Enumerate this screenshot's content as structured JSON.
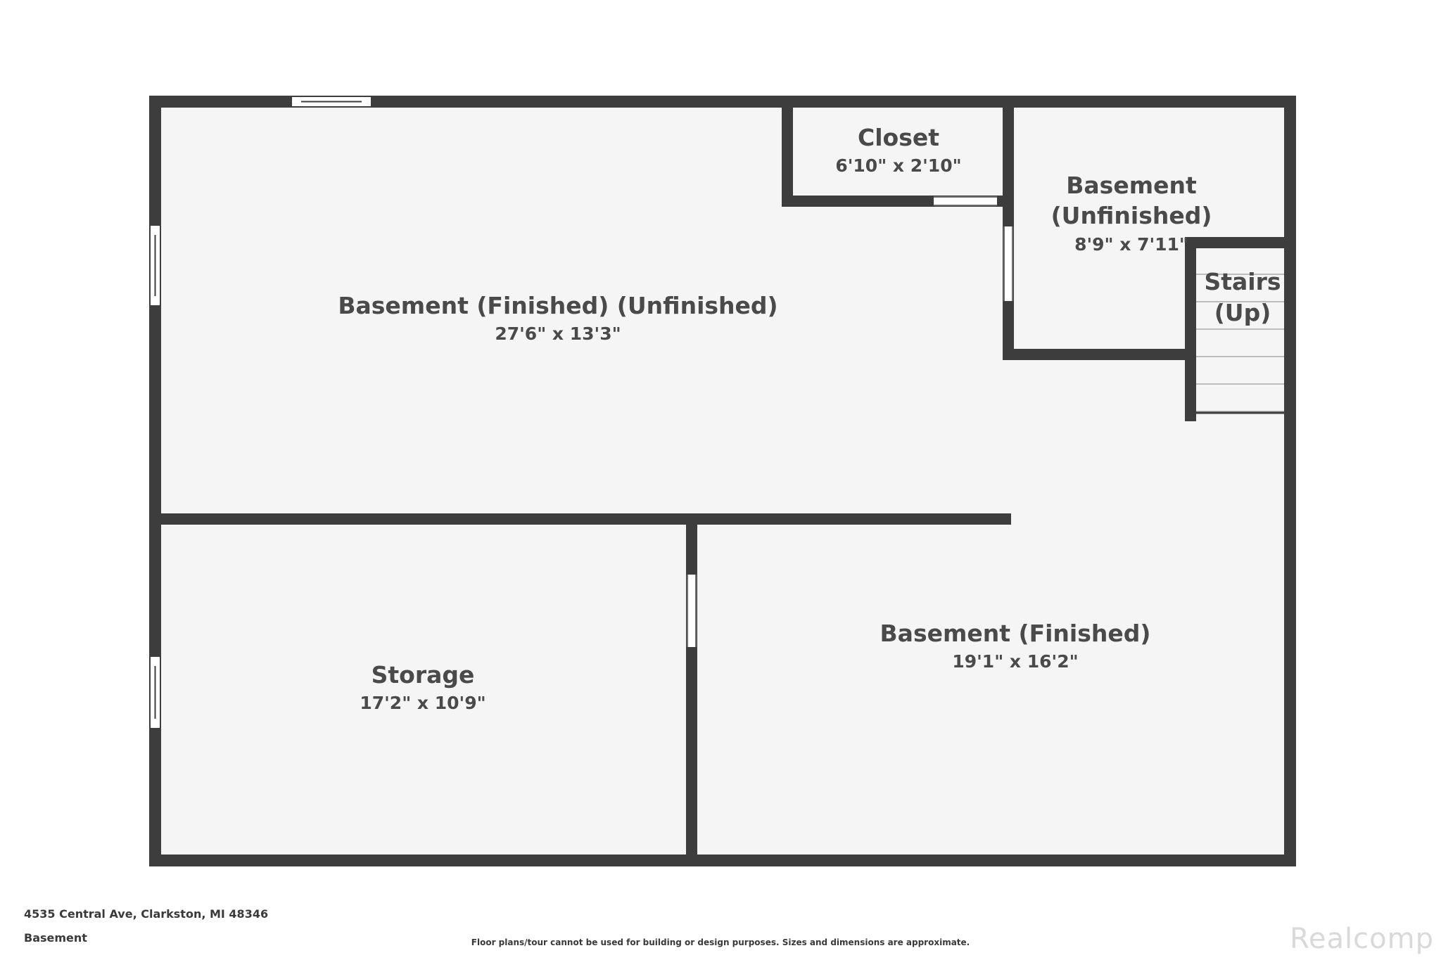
{
  "rooms": {
    "main": {
      "name": "Basement (Finished) (Unfinished)",
      "dims": "27'6\" x 13'3\""
    },
    "closet": {
      "name": "Closet",
      "dims": "6'10\" x 2'10\""
    },
    "unfinished": {
      "name_line1": "Basement",
      "name_line2": "(Unfinished)",
      "dims": "8'9\" x 7'11\""
    },
    "stairs": {
      "name_line1": "Stairs",
      "name_line2": "(Up)"
    },
    "storage": {
      "name": "Storage",
      "dims": "17'2\" x 10'9\""
    },
    "finished": {
      "name": "Basement (Finished)",
      "dims": "19'1\" x 16'2\""
    }
  },
  "footer": {
    "address": "4535 Central Ave, Clarkston, MI 48346",
    "level": "Basement",
    "disclaimer": "Floor plans/tour cannot be used for building or design purposes. Sizes and dimensions are approximate.",
    "watermark": "Realcomp"
  },
  "colors": {
    "wall": "#3d3d3d",
    "floor": "#f5f5f5",
    "text": "#4a4a4a"
  }
}
